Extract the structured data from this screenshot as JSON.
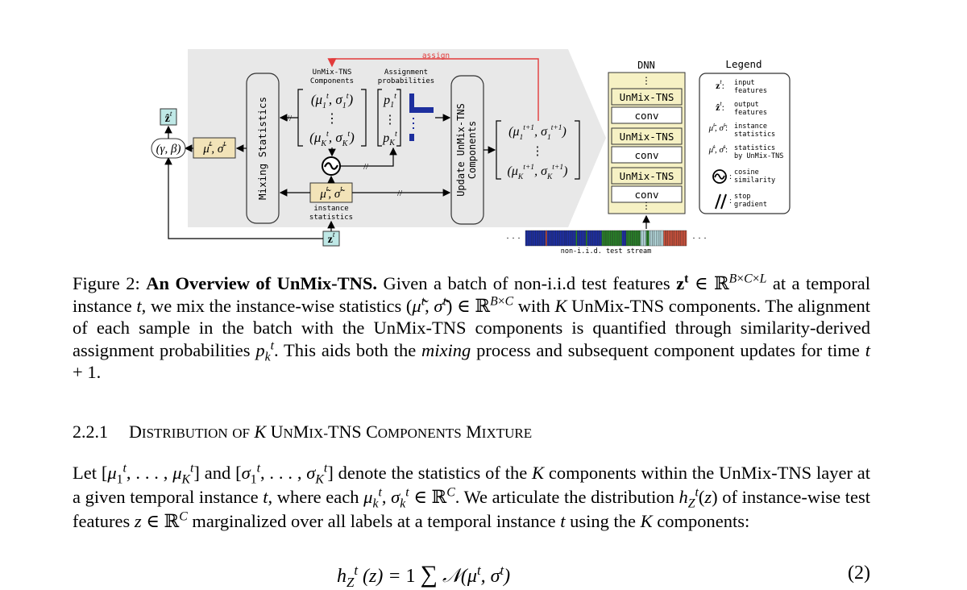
{
  "figure": {
    "assign_label": "assign",
    "components_title": [
      "UnMix-TNS",
      "Components"
    ],
    "assign_prob_title": [
      "Assignment",
      "probabilities"
    ],
    "mixing_statistics_label": "Mixing Statistics",
    "update_label": [
      "Update UnMix-TNS",
      "Components"
    ],
    "instance_stats_label": [
      "instance",
      "statistics"
    ],
    "dnn_title": "DNN",
    "dnn_layers": [
      "UnMix-TNS",
      "conv",
      "UnMix-TNS",
      "conv",
      "UnMix-TNS",
      "conv"
    ],
    "stream_label": "non-i.i.d. test stream",
    "ellipsis": "· · ·",
    "legend": {
      "title": "Legend",
      "items": [
        {
          "icon": "input-features-symbol",
          "text": [
            "input",
            "features"
          ]
        },
        {
          "icon": "output-features-symbol",
          "text": [
            "output",
            "features"
          ]
        },
        {
          "icon": "instance-statistics-symbol",
          "text": [
            "instance",
            "statistics"
          ]
        },
        {
          "icon": "unmix-statistics-symbol",
          "text": [
            "statistics",
            "by UnMix-TNS"
          ]
        },
        {
          "icon": "cosine-similarity-icon",
          "text": [
            "cosine",
            "similarity"
          ]
        },
        {
          "icon": "stop-gradient-icon",
          "text": [
            "stop",
            "gradient"
          ]
        }
      ]
    },
    "colors": {
      "panel_gray": "#e8e8e8",
      "tan": "#f2e3b8",
      "cyan": "#bfe8e6",
      "red_arrow": "#e23b3b",
      "navy": "#1d2f9e",
      "dnn_yellow": "#f6f1c4",
      "stream_blue": "#1c2fb0",
      "stream_green": "#2a8a2a",
      "stream_light": "#bfe6ea",
      "stream_red": "#d9553e"
    }
  },
  "caption": {
    "prefix": "Figure 2:",
    "title": "An Overview of UnMix-TNS.",
    "t1": " Given a batch of non-i.i.d test features ",
    "t2": " at a temporal instance ",
    "t3": ", we mix the instance-wise statistics ",
    "t4": " with ",
    "t5": " UnMix-TNS components.  The alignment of each sample in the batch with the UnMix-TNS components is quantified through similarity-derived assignment probabilities ",
    "t6": ". This aids both the ",
    "mixing": "mixing",
    "t7": " process and subsequent component updates for time ",
    "t8": "."
  },
  "section": {
    "number": "2.2.1",
    "title": "Distribution of K UnMix-TNS Components Mixture"
  },
  "paragraph": {
    "p1": "Let ",
    "p2": " and ",
    "p3": " denote the statistics of the ",
    "p4": " components within the UnMix-TNS layer at a given temporal instance ",
    "p5": ", where each ",
    "p6": ". We articulate the distribution ",
    "p7": " of instance-wise test features ",
    "p8": " marginalized over all labels at a temporal instance ",
    "p9": " using the ",
    "p10": " components:"
  },
  "equation": {
    "number": "(2)"
  }
}
